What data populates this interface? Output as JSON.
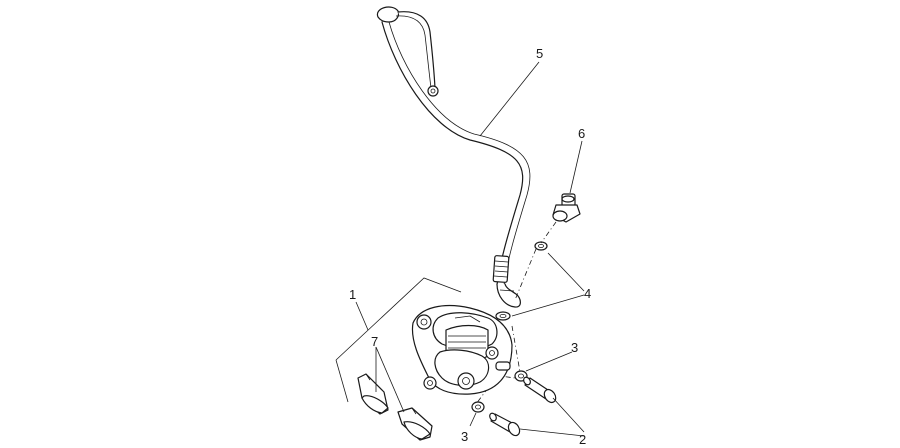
{
  "diagram": {
    "callouts": [
      {
        "id": "c1",
        "text": "1"
      },
      {
        "id": "c2",
        "text": "2"
      },
      {
        "id": "c3a",
        "text": "3"
      },
      {
        "id": "c3b",
        "text": "3"
      },
      {
        "id": "c4",
        "text": "4"
      },
      {
        "id": "c5",
        "text": "5"
      },
      {
        "id": "c6",
        "text": "6"
      },
      {
        "id": "c7",
        "text": "7"
      }
    ]
  }
}
